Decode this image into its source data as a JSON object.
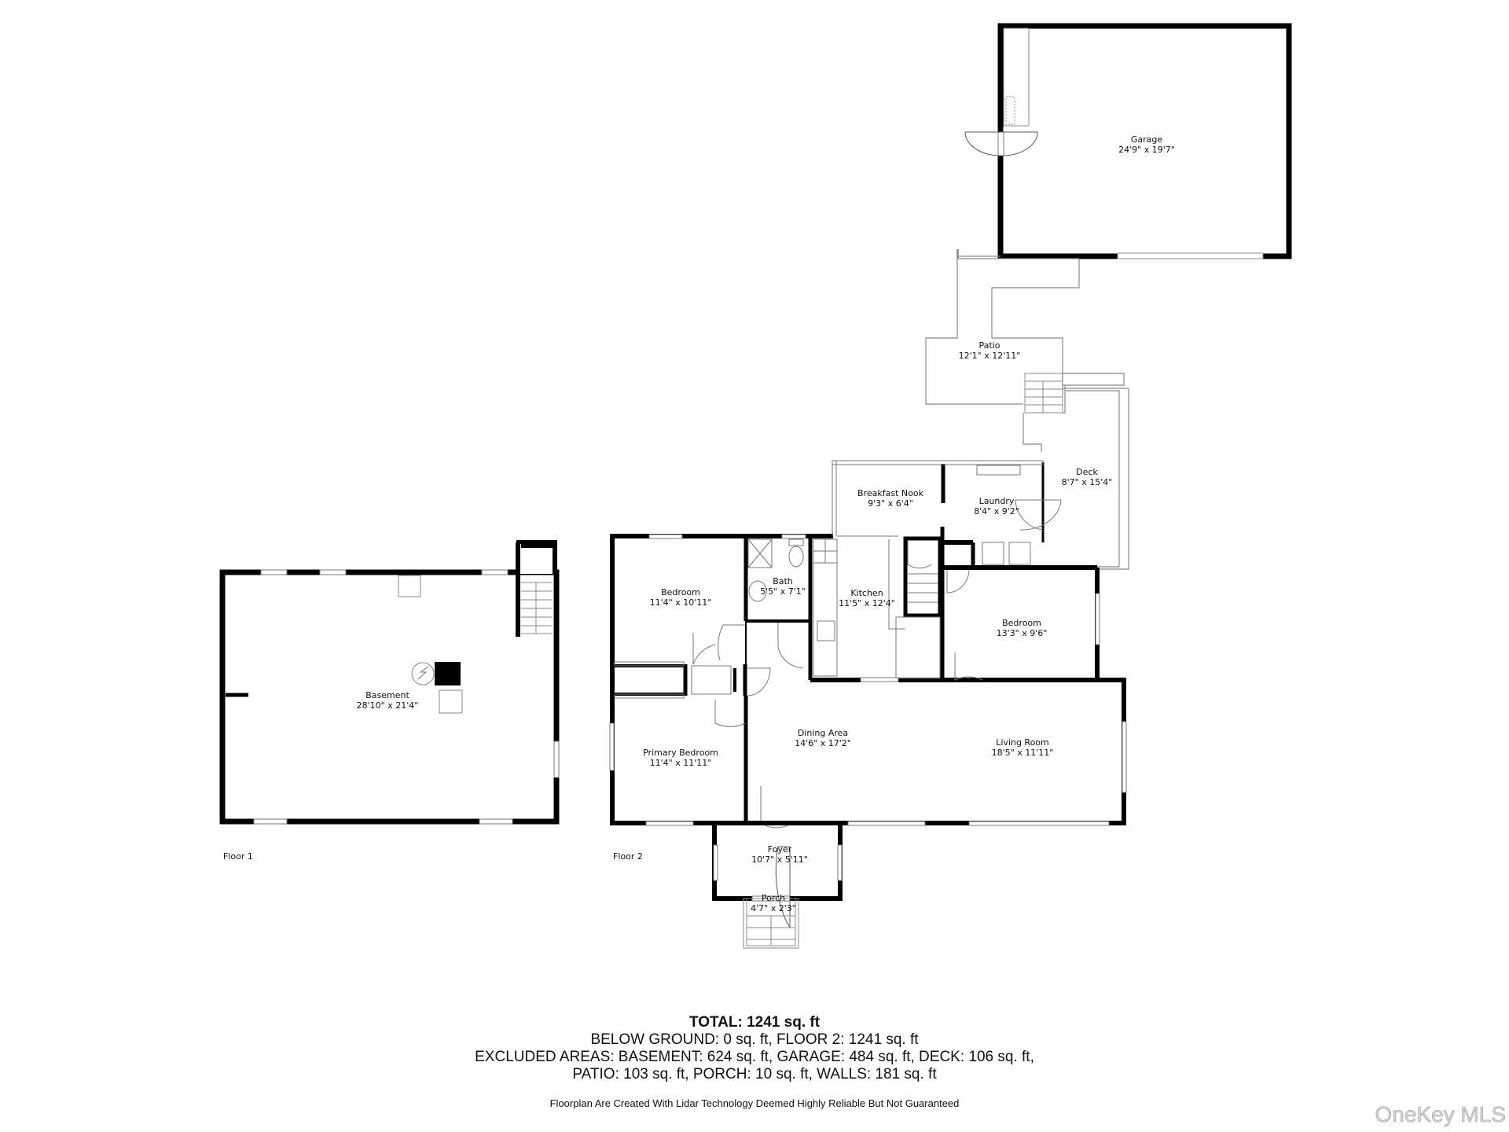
{
  "rooms": {
    "garage": {
      "name": "Garage",
      "dims": "24'9\" x 19'7\""
    },
    "patio": {
      "name": "Patio",
      "dims": "12'1\" x 12'11\""
    },
    "deck": {
      "name": "Deck",
      "dims": "8'7\" x 15'4\""
    },
    "breakfast_nook": {
      "name": "Breakfast Nook",
      "dims": "9'3\" x 6'4\""
    },
    "laundry": {
      "name": "Laundry",
      "dims": "8'4\" x 9'2\""
    },
    "bedroom_1": {
      "name": "Bedroom",
      "dims": "11'4\" x 10'11\""
    },
    "bath": {
      "name": "Bath",
      "dims": "5'5\" x 7'1\""
    },
    "kitchen": {
      "name": "Kitchen",
      "dims": "11'5\" x 12'4\""
    },
    "bedroom_2": {
      "name": "Bedroom",
      "dims": "13'3\" x 9'6\""
    },
    "basement": {
      "name": "Basement",
      "dims": "28'10\" x 21'4\""
    },
    "dining_area": {
      "name": "Dining Area",
      "dims": "14'6\" x 17'2\""
    },
    "living_room": {
      "name": "Living Room",
      "dims": "18'5\" x 11'11\""
    },
    "primary_bedroom": {
      "name": "Primary Bedroom",
      "dims": "11'4\" x 11'11\""
    },
    "foyer": {
      "name": "Foyer",
      "dims": "10'7\" x 5'11\""
    },
    "porch": {
      "name": "Porch",
      "dims": "4'7\" x 2'3\""
    }
  },
  "floors": {
    "floor_1": "Floor 1",
    "floor_2": "Floor 2"
  },
  "summary": {
    "total": "TOTAL: 1241 sq. ft",
    "line_1": "BELOW GROUND: 0 sq. ft, FLOOR 2: 1241 sq. ft",
    "line_2": "EXCLUDED AREAS: BASEMENT: 624 sq. ft, GARAGE: 484 sq. ft, DECK: 106 sq. ft,",
    "line_3": "PATIO: 103 sq. ft, PORCH: 10 sq. ft, WALLS: 181 sq. ft"
  },
  "disclaimer": "Floorplan Are Created With Lidar Technology Deemed Highly Reliable But Not Guaranteed",
  "watermark": "OneKey MLS",
  "colors": {
    "wall": "#000000",
    "thin_line": "#777777",
    "background": "#ffffff",
    "watermark": "#d8d8d8"
  }
}
